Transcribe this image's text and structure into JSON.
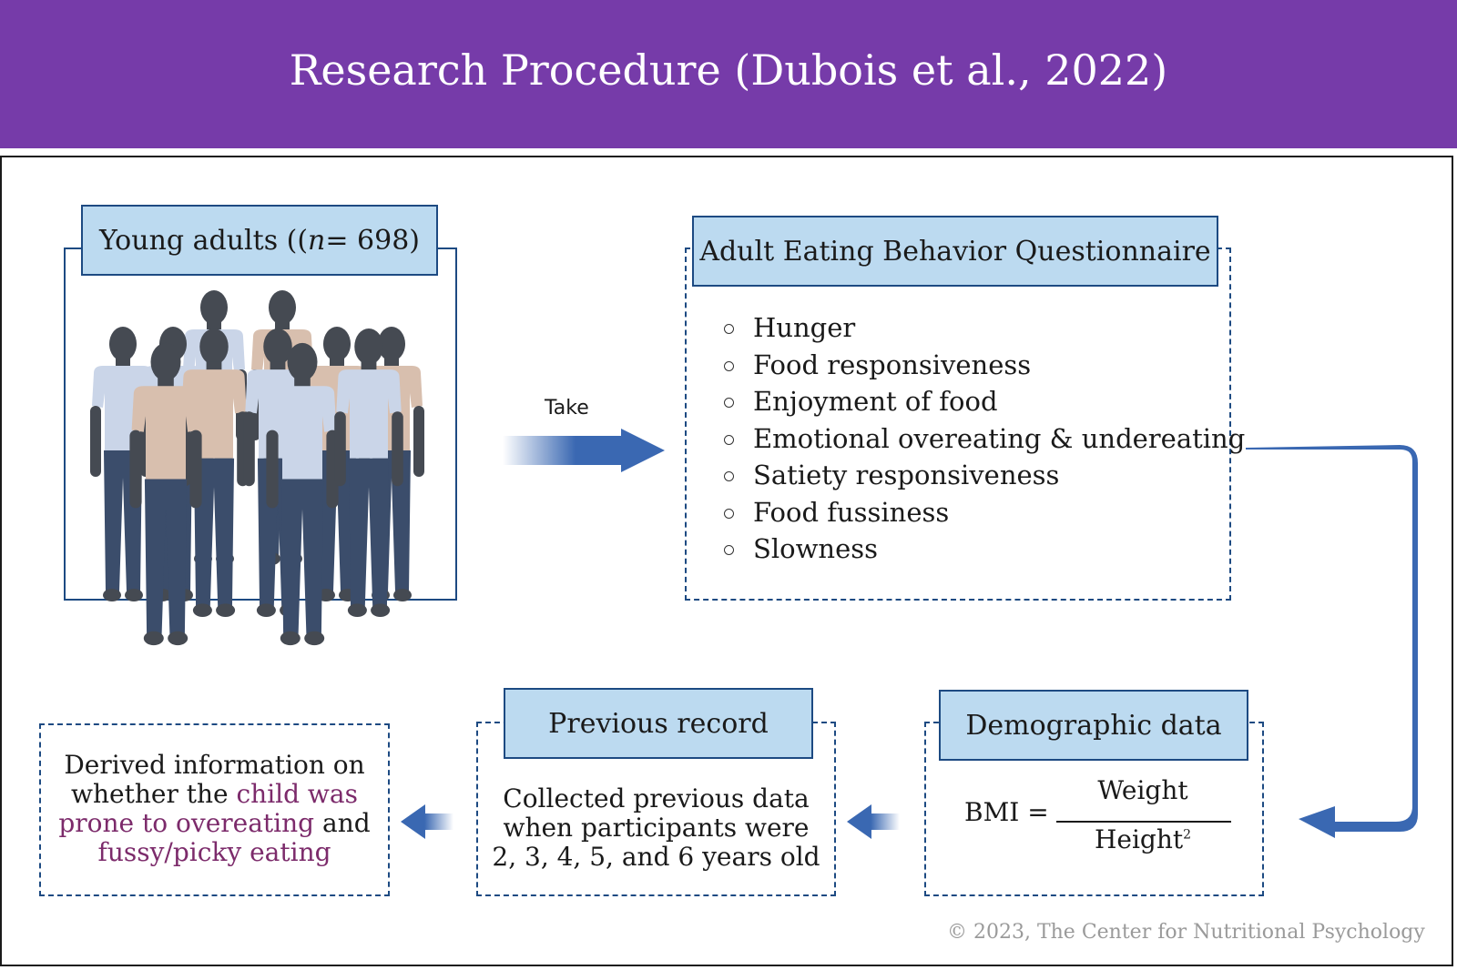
{
  "header": {
    "title": "Research Procedure (Dubois et al., 2022)"
  },
  "participants": {
    "label_prefix": "Young adults ((",
    "label_n": "n",
    "label_suffix": "= 698)"
  },
  "arrow_label": "Take",
  "questionnaire": {
    "title": "Adult Eating Behavior Questionnaire",
    "items": [
      "Hunger",
      "Food responsiveness",
      "Enjoyment of food",
      "Emotional overeating & undereating",
      "Satiety responsiveness",
      "Food fussiness",
      "Slowness"
    ]
  },
  "demographic": {
    "title": "Demographic data",
    "bmi_label": "BMI =",
    "numerator": "Weight",
    "denominator": "Height",
    "exponent": "2"
  },
  "previous_record": {
    "title": "Previous record",
    "description": "Collected previous data when participants were 2, 3, 4, 5, and 6 years old"
  },
  "derived": {
    "text_1": "Derived information on whether the ",
    "highlight_1": "child was prone to overeating",
    "text_2": " and ",
    "highlight_2": "fussy/picky eating"
  },
  "footer": {
    "copyright": "© 2023, The Center for Nutritional Psychology"
  },
  "colors": {
    "header_bg": "#763ba9",
    "tab_bg": "#bcdaf0",
    "border": "#1d4a82",
    "arrow": "#3a68b2",
    "highlight": "#7c2b6b",
    "shirt_light": "#cad5e8",
    "shirt_tan": "#d8bfae",
    "silhouette": "#454a52",
    "pants": "#3b4d6b"
  }
}
